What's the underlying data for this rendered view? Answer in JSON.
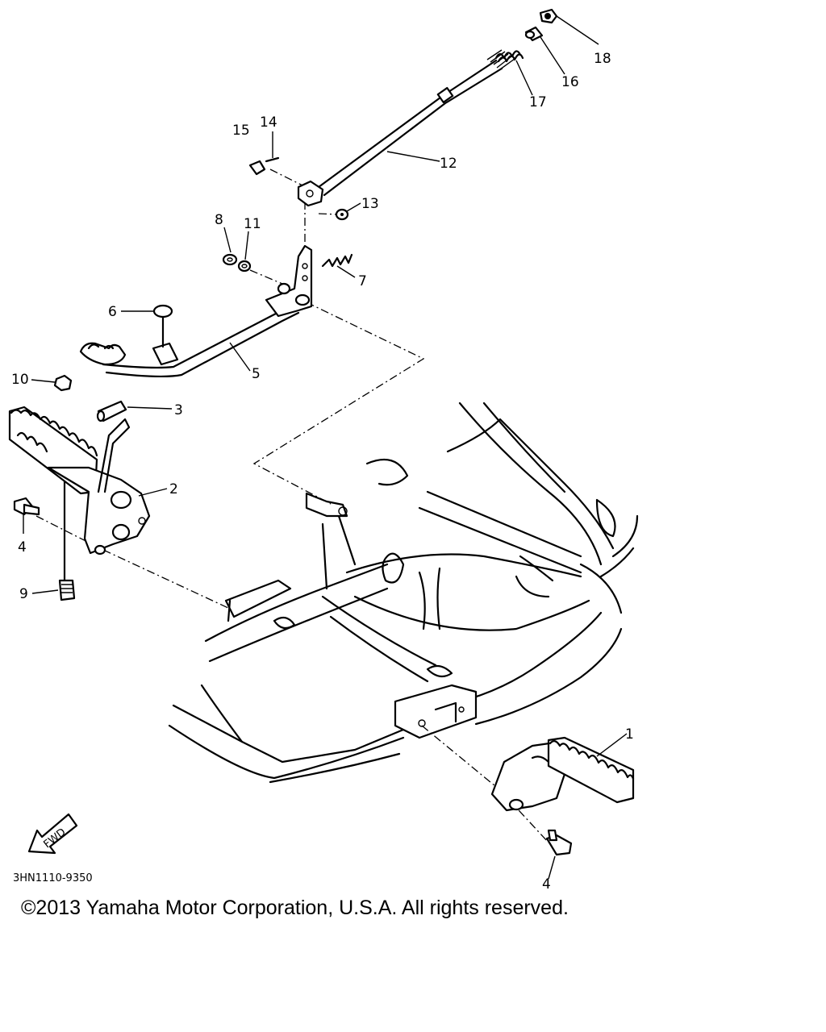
{
  "callouts": {
    "c1": "1",
    "c2": "2",
    "c3": "3",
    "c4a": "4",
    "c4b": "4",
    "c5": "5",
    "c6": "6",
    "c7": "7",
    "c8": "8",
    "c9": "9",
    "c10": "10",
    "c11": "11",
    "c12": "12",
    "c13": "13",
    "c14": "14",
    "c15": "15",
    "c16": "16",
    "c17": "17",
    "c18": "18"
  },
  "fwd_label": "FWD",
  "diagram_code": "3HN1110-9350",
  "copyright": "©2013 Yamaha Motor Corporation, U.S.A. All rights reserved."
}
